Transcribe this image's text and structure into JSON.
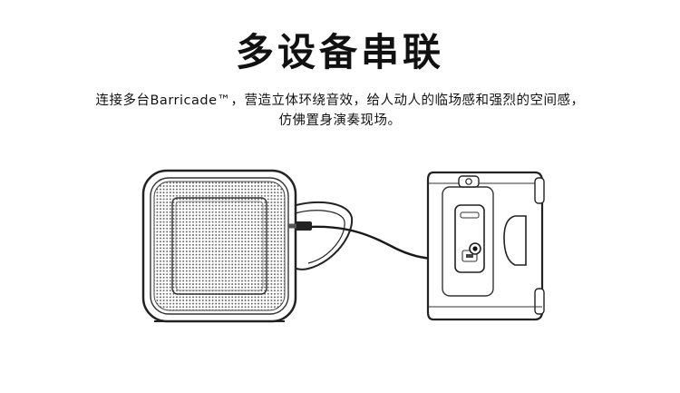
{
  "heading": {
    "title": "多设备串联",
    "description_line1": "连接多台Barricade™，营造立体环绕音效，给人动人的临场感和强烈的空间感，",
    "description_line2": "仿佛置身演奏现场。"
  },
  "colors": {
    "ink": "#111111",
    "background": "#ffffff",
    "cable": "#1a1a1a"
  }
}
